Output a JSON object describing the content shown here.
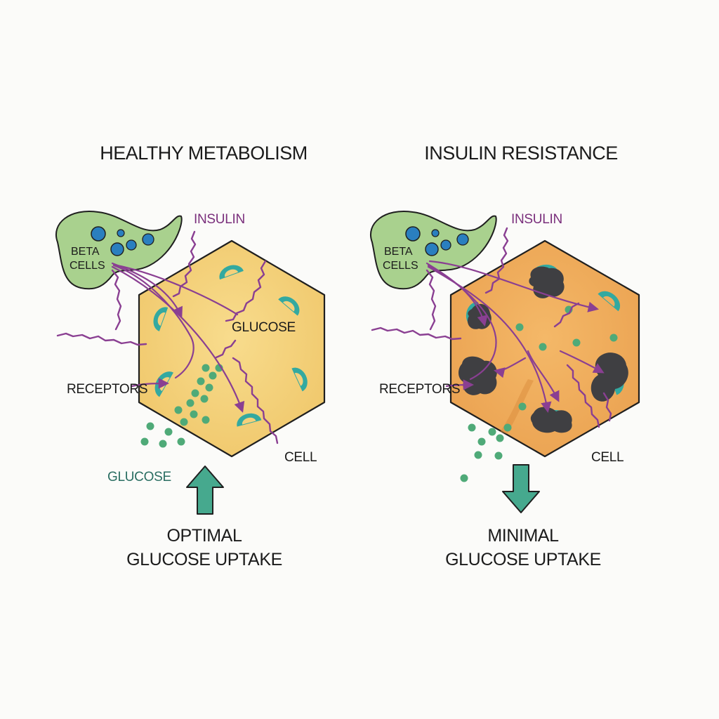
{
  "panels": {
    "healthy": {
      "title": "HEALTHY METABOLISM",
      "insulin_label": "INSULIN",
      "beta_line1": "BETA",
      "beta_line2": "CELLS",
      "glucose_label": "GLUCOSE",
      "receptors_label": "RECEPTORS",
      "cell_label": "CELL",
      "outside_glucose_label": "GLUCOSE",
      "uptake_arrow": "up",
      "caption_line1": "OPTIMAL",
      "caption_line2": "GLUCOSE UPTAKE"
    },
    "resistant": {
      "title": "INSULIN RESISTANCE",
      "insulin_label": "INSULIN",
      "beta_line1": "BETA",
      "beta_line2": "CELLS",
      "receptors_label": "RECEPTORS",
      "cell_label": "CELL",
      "uptake_arrow": "down",
      "caption_line1": "MINIMAL",
      "caption_line2": "GLUCOSE UPTAKE"
    }
  },
  "colors": {
    "background": "#fbfbf9",
    "healthy_cell": "#f5d07a",
    "resistant_cell": "#f0ad5c",
    "pancreas": "#a8d08d",
    "beta_cell": "#2a7fbf",
    "insulin": "#8a3f92",
    "receptor": "#2aa39c",
    "glucose": "#4faa78",
    "blocker": "#3f3f42",
    "arrow": "#46a98e"
  }
}
